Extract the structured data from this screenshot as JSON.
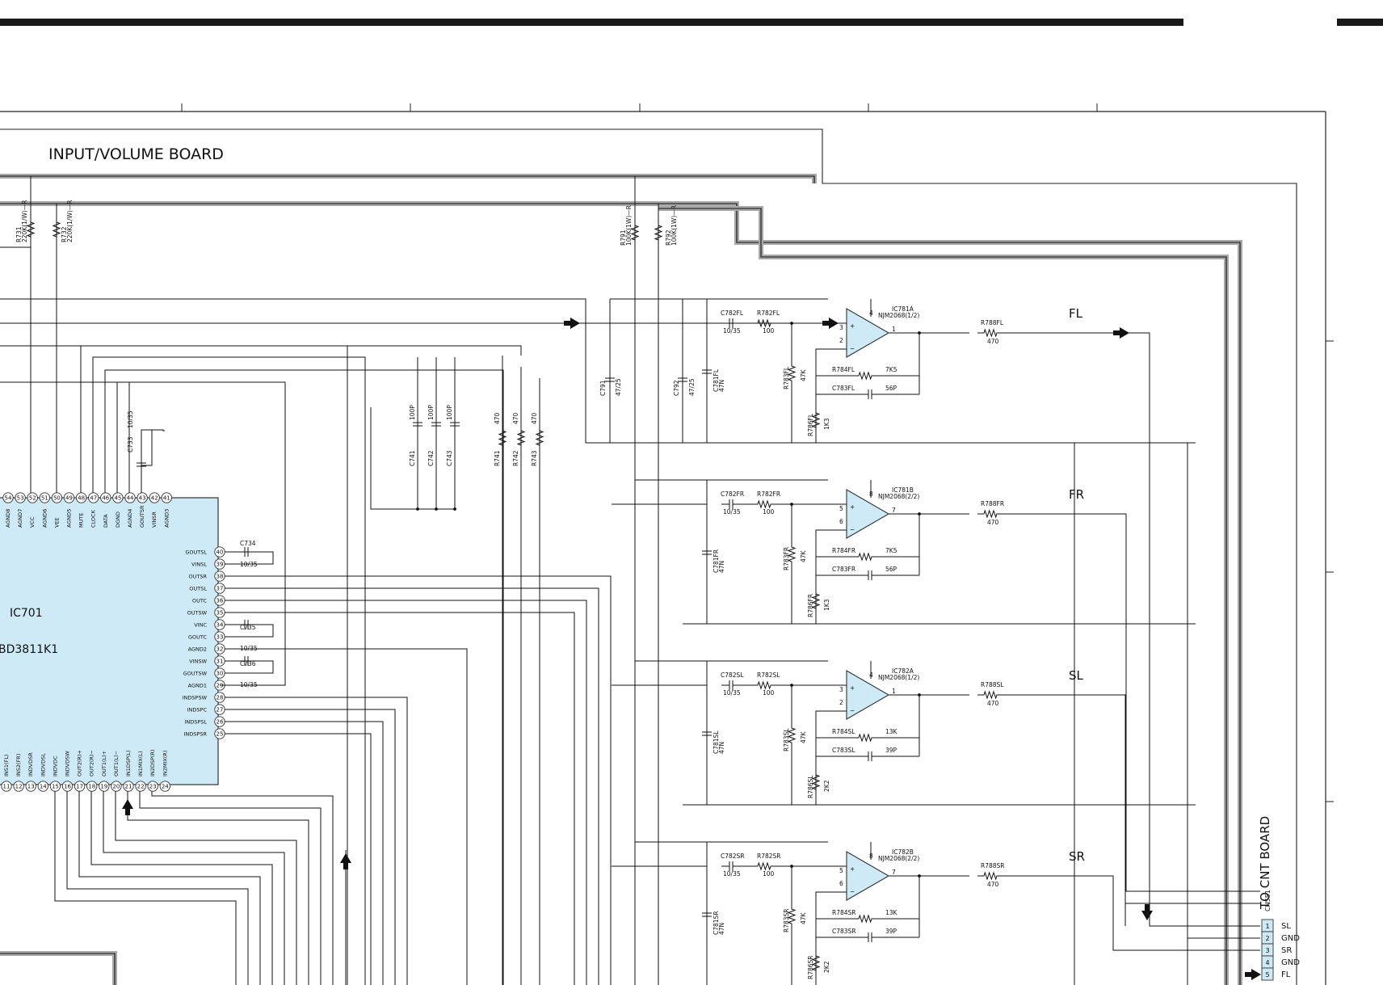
{
  "board_title": "INPUT/VOLUME BOARD",
  "connector_title": "TO CNT BOARD",
  "connector_ref": "CN551",
  "connector_pins": [
    {
      "num": "1",
      "label": "SL"
    },
    {
      "num": "2",
      "label": "GND"
    },
    {
      "num": "3",
      "label": "SR"
    },
    {
      "num": "4",
      "label": "GND"
    },
    {
      "num": "5",
      "label": "FL"
    }
  ],
  "ic": {
    "ref": "IC701",
    "part": "BD3811K1"
  },
  "ic_top_pins": [
    {
      "num": "54",
      "name": "AGND8"
    },
    {
      "num": "53",
      "name": "AGND7"
    },
    {
      "num": "52",
      "name": "VCC"
    },
    {
      "num": "51",
      "name": "AGND6"
    },
    {
      "num": "50",
      "name": "VEE"
    },
    {
      "num": "49",
      "name": "AGND5"
    },
    {
      "num": "48",
      "name": "MUTE"
    },
    {
      "num": "47",
      "name": "CLOCK"
    },
    {
      "num": "46",
      "name": "DATA"
    },
    {
      "num": "45",
      "name": "DGND"
    },
    {
      "num": "44",
      "name": "AGND4"
    },
    {
      "num": "43",
      "name": "GOUTSR"
    },
    {
      "num": "42",
      "name": "VINSR"
    },
    {
      "num": "41",
      "name": "AGND3"
    }
  ],
  "ic_right_pins": [
    {
      "num": "40",
      "name": "GOUTSL"
    },
    {
      "num": "39",
      "name": "VINSL"
    },
    {
      "num": "38",
      "name": "OUTSR"
    },
    {
      "num": "37",
      "name": "OUTSL"
    },
    {
      "num": "36",
      "name": "OUTC"
    },
    {
      "num": "35",
      "name": "OUTSW"
    },
    {
      "num": "34",
      "name": "VINC"
    },
    {
      "num": "33",
      "name": "GOUTC"
    },
    {
      "num": "32",
      "name": "AGND2"
    },
    {
      "num": "31",
      "name": "VINSW"
    },
    {
      "num": "30",
      "name": "GOUTSW"
    },
    {
      "num": "29",
      "name": "AGND1"
    },
    {
      "num": "28",
      "name": "INDSPSW"
    },
    {
      "num": "27",
      "name": "INDSPC"
    },
    {
      "num": "26",
      "name": "INDSPSL"
    },
    {
      "num": "25",
      "name": "INDSPSR"
    }
  ],
  "ic_bottom_pins": [
    {
      "num": "11",
      "name": "INS1(FL)"
    },
    {
      "num": "12",
      "name": "INS2(FR)"
    },
    {
      "num": "13",
      "name": "INDVDSR"
    },
    {
      "num": "14",
      "name": "INDVDSL"
    },
    {
      "num": "15",
      "name": "INDVDC"
    },
    {
      "num": "16",
      "name": "INDVDSW"
    },
    {
      "num": "17",
      "name": "OUT2(R)+"
    },
    {
      "num": "18",
      "name": "OUT2(R)−"
    },
    {
      "num": "19",
      "name": "OUT1(L)+"
    },
    {
      "num": "20",
      "name": "OUT1(L)−"
    },
    {
      "num": "21",
      "name": "IN1DSP(L)"
    },
    {
      "num": "22",
      "name": "IN1MIX(L)"
    },
    {
      "num": "23",
      "name": "IN2DSP(R)"
    },
    {
      "num": "24",
      "name": "IN2MIX(R)"
    }
  ],
  "components": {
    "r731": "R731",
    "r731v": "220K(1/W)—R",
    "r732": "R732",
    "r732v": "220K(1/W)—R",
    "r791": "R791",
    "r791v": "100K(1W)—R",
    "r792": "R792",
    "r792v": "100K(1W)—R",
    "c791": "C791",
    "c791v": "47/25",
    "c792": "C792",
    "c792v": "47/25",
    "c741": "C741",
    "c741v": "100P",
    "c742": "C742",
    "c742v": "100P",
    "c743": "C743",
    "c743v": "100P",
    "r741": "R741",
    "r741v": "470",
    "r742": "R742",
    "r742v": "470",
    "r743": "R743",
    "r743v": "470",
    "c733": "C733",
    "c733v": "10/35",
    "c734": "C734",
    "c734v": "10/35",
    "c735": "C735",
    "c735v": "10/35",
    "c736": "C736",
    "c736v": "10/35"
  },
  "channels": [
    {
      "label": "FL",
      "ic_ref": "IC781A",
      "ic_part": "NJM2068(1/2)",
      "pins": [
        "3",
        "2",
        "1",
        "4"
      ],
      "c782": "C782FL",
      "c782v": "10/35",
      "r782": "R782FL",
      "r782v": "100",
      "r783": "R783FL",
      "r783v": "47K",
      "r784": "R784FL",
      "r784v": "7K5",
      "c783": "C783FL",
      "c783v": "56P",
      "r786": "R786FL",
      "r786v": "1K3",
      "r788": "R788FL",
      "r788v": "470",
      "c781": "C781FL",
      "c781v": "47N"
    },
    {
      "label": "FR",
      "ic_ref": "IC781B",
      "ic_part": "NJM2068(2/2)",
      "pins": [
        "5",
        "6",
        "7",
        "8"
      ],
      "c782": "C782FR",
      "c782v": "10/35",
      "r782": "R782FR",
      "r782v": "100",
      "r783": "R783FR",
      "r783v": "47K",
      "r784": "R784FR",
      "r784v": "7K5",
      "c783": "C783FR",
      "c783v": "56P",
      "r786": "R786FR",
      "r786v": "1K3",
      "r788": "R788FR",
      "r788v": "470",
      "c781": "C781FR",
      "c781v": "47N"
    },
    {
      "label": "SL",
      "ic_ref": "IC782A",
      "ic_part": "NJM2068(1/2)",
      "pins": [
        "3",
        "2",
        "1",
        "4"
      ],
      "c782": "C782SL",
      "c782v": "10/35",
      "r782": "R782SL",
      "r782v": "100",
      "r783": "R783SL",
      "r783v": "47K",
      "r784": "R784SL",
      "r784v": "13K",
      "c783": "C783SL",
      "c783v": "39P",
      "r786": "R786SL",
      "r786v": "2K2",
      "r788": "R788SL",
      "r788v": "470",
      "c781": "C781SL",
      "c781v": "47N"
    },
    {
      "label": "SR",
      "ic_ref": "IC782B",
      "ic_part": "NJM2068(2/2)",
      "pins": [
        "5",
        "6",
        "7",
        "8"
      ],
      "c782": "C782SR",
      "c782v": "10/35",
      "r782": "R782SR",
      "r782v": "100",
      "r783": "R783SR",
      "r783v": "47K",
      "r784": "R784SR",
      "r784v": "13K",
      "c783": "C783SR",
      "c783v": "39P",
      "r786": "R786SR",
      "r786v": "2K2",
      "r788": "R788SR",
      "r788v": "470",
      "c781": "C781SR",
      "c781v": "47N"
    }
  ],
  "colors": {
    "ic_fill": "#cdeaf6",
    "ic_stroke": "#333333",
    "wire": "#111111",
    "shadow": "#a8a8a8",
    "rule": "#1a1a1a"
  }
}
